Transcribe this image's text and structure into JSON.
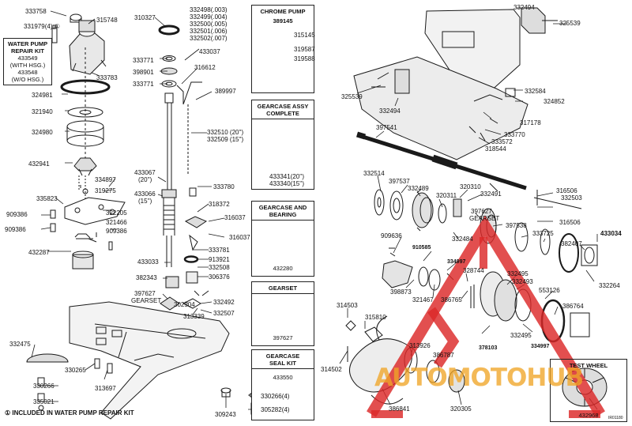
{
  "kits": {
    "water_pump": {
      "line1": "WATER PUMP",
      "line2": "REPAIR KIT",
      "line3": "433549",
      "line4": "(WITH HSG.)",
      "line5": "433548",
      "line6": "(W/O HSG.)"
    },
    "chrome_pump": {
      "title": "CHROME PUMP",
      "number": "389145"
    },
    "gearcase_assy": {
      "title1": "GEARCASE ASSY",
      "title2": "COMPLETE",
      "n1": "433341(20'')",
      "n2": "433340(15'')"
    },
    "gearcase_bearing": {
      "title1": "GEARCASE AND",
      "title2": "BEARING",
      "number": "432280"
    },
    "gearset": {
      "title": "GEARSET",
      "number": "397627"
    },
    "seal_kit": {
      "title1": "GEARCASE",
      "title2": "SEAL KIT",
      "number": "433550"
    },
    "test_wheel": {
      "title": "TEST WHEEL",
      "number": "432968"
    }
  },
  "footnote": "① INCLUDED IN WATER PUMP REPAIR KIT",
  "watermark": "AUTOMOTOHUB",
  "figure_code": "IR01180",
  "part_labels": {
    "p333758": "333758",
    "p331979": "331979(4) ①",
    "p315748": "315748",
    "p333783": "333783",
    "p324981": "324981",
    "p321940": "321940",
    "p324980": "324980",
    "p432941": "432941",
    "p334897": "334897",
    "p319275": "319275",
    "p335823": "335823",
    "p909386a": "909386",
    "p909386b": "909386",
    "p909386c": "909386",
    "p322205": "322205",
    "p321466": "321466",
    "p432287": "432287",
    "p310327": "310327",
    "p332498": "332498(.003)",
    "p332499": "332499(.004)",
    "p332500": "332500(.005)",
    "p332501": "332501(.006)",
    "p332502": "332502(.007)",
    "p433037": "433037",
    "p333771a": "333771",
    "p398901": "398901",
    "p333771b": "333771",
    "p316612": "316612",
    "p389997": "389997",
    "p332510": "332510 (20'')",
    "p332509": "332509 (15'')",
    "p433067": "433067",
    "p433067s": "(20'')",
    "p433066": "433066",
    "p433066s": "(15'')",
    "p333780": "333780",
    "p318372": "318372",
    "p316037a": "316037",
    "p316037b": "316037",
    "p333781": "333781",
    "p433033": "433033",
    "p913921": "913921",
    "p332508": "332508",
    "p382343": "382343",
    "p306376": "306376",
    "p397627": "397627",
    "p397627g": "GEARSET",
    "p302504": "302504",
    "p332492": "332492",
    "p313339": "313339",
    "p332507": "332507",
    "p332475": "332475",
    "p330265": "330265",
    "p330266": "330266",
    "p313697": "313697",
    "p335021": "335021",
    "p309243": "309243",
    "p330266_4": "330266(4)",
    "p305282_4": "305282(4)",
    "p315145": "315145",
    "p319587": "319587",
    "p319588": "319588",
    "p332494a": "332494",
    "p325539a": "325539",
    "p325539b": "325539",
    "p332494b": "332494",
    "p332584": "332584",
    "p324852": "324852",
    "p317178": "317178",
    "p333770": "333770",
    "p333572": "333572",
    "p318544": "318544",
    "p397541": "397541",
    "p332514": "332514",
    "p397537": "397537",
    "p332489": "332489",
    "p320311": "320311",
    "p320310": "320310",
    "p332491": "332491",
    "p316506a": "316506",
    "p332503": "332503",
    "p316506b": "316506",
    "p397627r": "397627",
    "p397627rg": "GEARSET",
    "p397538": "397538",
    "p333725": "333725",
    "p433034": "433034",
    "p382407": "382407",
    "p332484": "332484",
    "p332264": "332264",
    "p909636": "909636",
    "p910585": "910585",
    "p334997": "334997",
    "p398873": "398873",
    "p321467": "321467",
    "p386765": "386765",
    "p328744": "328744",
    "p332495a": "332495",
    "p332493": "332493",
    "p553126": "553126",
    "p386764": "386764",
    "p378103": "378103",
    "p332495b": "332495",
    "p334997b": "334997",
    "p314503": "314503",
    "p315810": "315810",
    "p314502": "314502",
    "p313926": "313926",
    "p386787": "386787",
    "p386841": "386841",
    "p320305": "320305"
  }
}
